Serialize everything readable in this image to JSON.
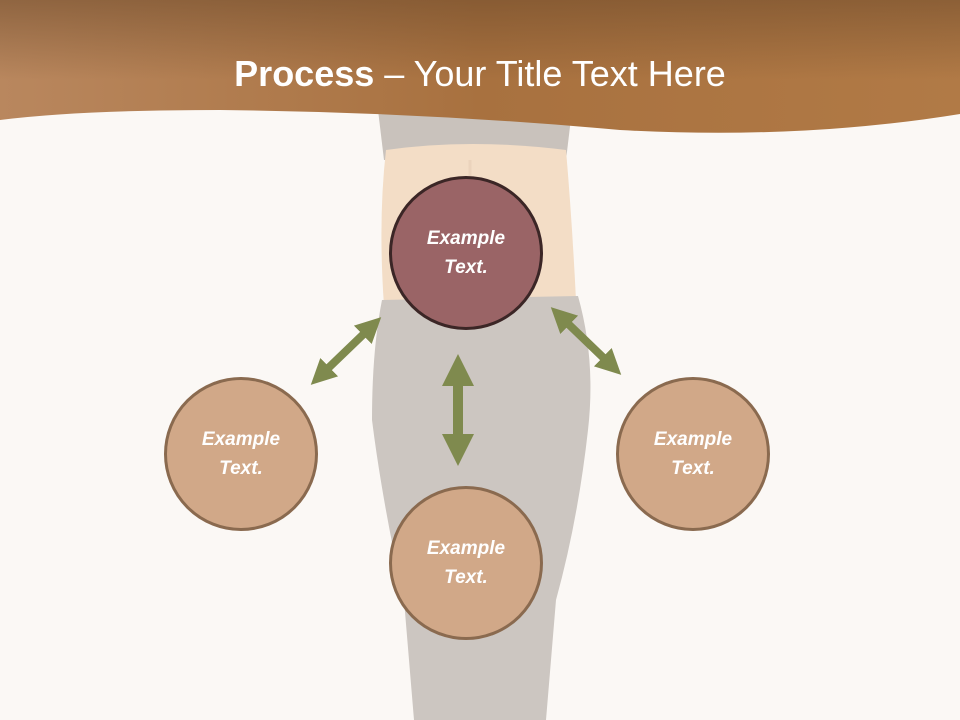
{
  "slide": {
    "title_bold": "Process",
    "title_dash": " – ",
    "title_rest": "Your Title Text Here"
  },
  "circles": {
    "top": {
      "line1": "Example",
      "line2": "Text."
    },
    "left": {
      "line1": "Example",
      "line2": "Text."
    },
    "right": {
      "line1": "Example",
      "line2": "Text."
    },
    "bottom": {
      "line1": "Example",
      "line2": "Text."
    }
  },
  "colors": {
    "header": "#a8713f",
    "primary_circle": "#9a6466",
    "secondary_circle": "#d1a888",
    "arrow": "#7f8a4e",
    "background": "#fbf8f5"
  }
}
